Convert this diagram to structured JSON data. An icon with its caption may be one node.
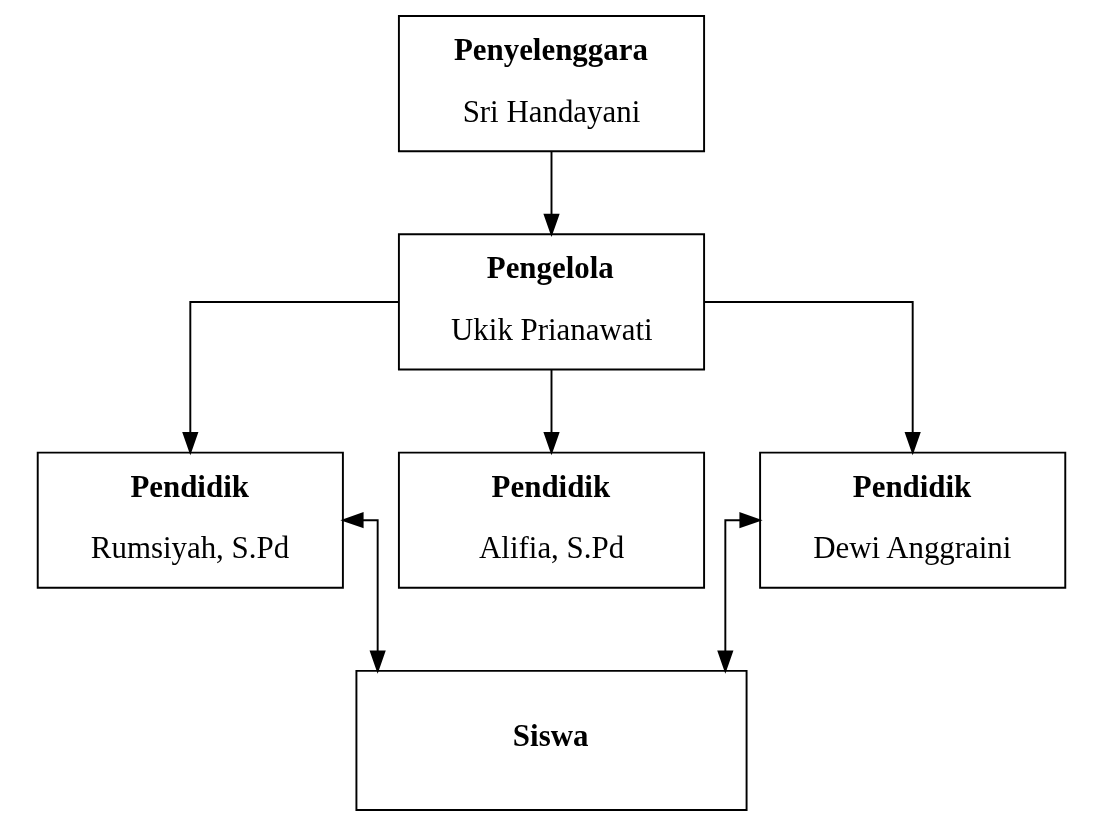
{
  "diagram": {
    "nodes": [
      {
        "text": [
          "Penyelenggara",
          "Sri Handayani"
        ]
      },
      {
        "text": [
          "Pengelola",
          "Ukik Prianawati"
        ]
      },
      {
        "text": [
          "Pendidik",
          "Rumsiyah, S.Pd"
        ]
      },
      {
        "text": [
          "Pendidik",
          "Alifia, S.Pd"
        ]
      },
      {
        "text": [
          "Pendidik",
          "Dewi Anggraini"
        ]
      },
      {
        "text": [
          "Siswa"
        ]
      }
    ],
    "edges": [
      {
        "from": 0,
        "to": 1,
        "arrow": "to"
      },
      {
        "from": 1,
        "to": 2,
        "arrow": "to"
      },
      {
        "from": 1,
        "to": 3,
        "arrow": "to"
      },
      {
        "from": 1,
        "to": 4,
        "arrow": "to"
      },
      {
        "from": 2,
        "to": 5,
        "arrow": "both"
      },
      {
        "from": 4,
        "to": 5,
        "arrow": "both"
      }
    ]
  }
}
